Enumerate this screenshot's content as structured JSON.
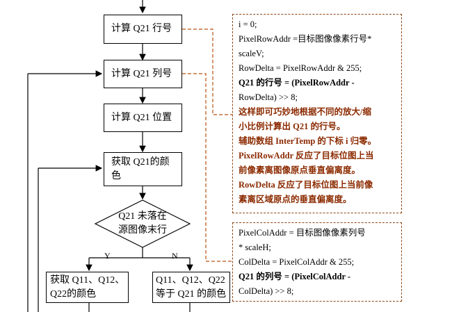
{
  "steps": {
    "row_label": "计算 Q21 行号",
    "col_label": "计算 Q21 列号",
    "pos_label": "计算 Q21 位置",
    "color_label_1": "获取 Q21的颜",
    "color_label_2": "色"
  },
  "decision": {
    "line1": "Q21 未落在",
    "line2": "源图像末行",
    "yes": "Y",
    "no": "N"
  },
  "branches": {
    "left_line1": "获取 Q11、Q12、",
    "left_line2": "Q22的颜色",
    "right_line1": "Q11、Q12、Q22",
    "right_line2": "等于 Q21 的颜色"
  },
  "note_row": {
    "lines": [
      "i = 0;",
      "PixelRowAddr =目标图像像素行号*",
      "scaleV;",
      "RowDelta = PixelRowAddr & 255;",
      "Q21 的行号 = (PixelRowAddr -",
      "RowDelta) >> 8;",
      "这样即可巧妙地根据不同的放大/缩",
      "小比例计算出 Q21 的行号。",
      "辅助数组 InterTemp 的下标 i 归零。",
      "PixelRowAddr 反应了目标位图上当",
      "前像素离图像原点垂直偏离度。",
      "RowDelta 反应了目标位图上当前像",
      "素离区域原点的垂直偏离度。"
    ]
  },
  "note_col": {
    "lines": [
      "PixelColAddr = 目标图像像素列号",
      "* scaleH;",
      "ColDelta = PixelColAddr & 255;",
      "Q21 的列号 = (PixelColAddr -",
      "ColDelta) >> 8;"
    ]
  },
  "colors": {
    "line": "#000000",
    "dash": "#b8500f",
    "note_text": "#8b2a00"
  }
}
